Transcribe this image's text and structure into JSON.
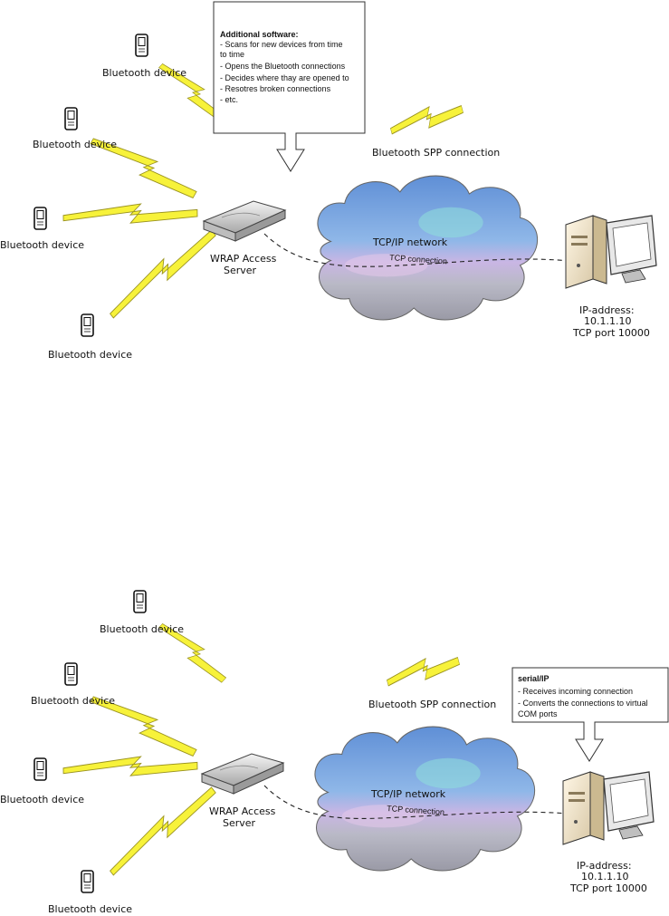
{
  "diagrams": [
    {
      "bluetooth_devices": [
        "Bluetooth device",
        "Bluetooth device",
        "Bluetooth device",
        "Bluetooth device"
      ],
      "server_label": [
        "WRAP Access",
        "Server"
      ],
      "callout": {
        "title": "Additional software:",
        "lines": [
          "- Scans for new devices from time",
          "to time",
          "- Opens the Bluetooth connections",
          "- Decides where thay are opened to",
          "- Resotres broken connections",
          "- etc."
        ]
      },
      "spp_label": "Bluetooth SPP connection",
      "network_label": "TCP/IP network",
      "tcp_label": "TCP connection",
      "pc_info": [
        "IP-address:",
        "10.1.1.10",
        "TCP port 10000"
      ]
    },
    {
      "bluetooth_devices": [
        "Bluetooth device",
        "Bluetooth device",
        "Bluetooth device",
        "Bluetooth device"
      ],
      "server_label": [
        "WRAP Access",
        "Server"
      ],
      "callout": {
        "title": "serial/IP",
        "lines": [
          "- Receives incoming connection",
          "- Converts the connections to virtual",
          "COM ports"
        ]
      },
      "spp_label": "Bluetooth SPP connection",
      "network_label": "TCP/IP network",
      "tcp_label": "TCP connection",
      "pc_info": [
        "IP-address:",
        "10.1.1.10",
        "TCP port 10000"
      ]
    }
  ],
  "colors": {
    "lightning": "#f7f23a",
    "cloud_top": "#6a9ad8",
    "cloud_bottom": "#b8b8c4",
    "callout_border": "#333333"
  }
}
